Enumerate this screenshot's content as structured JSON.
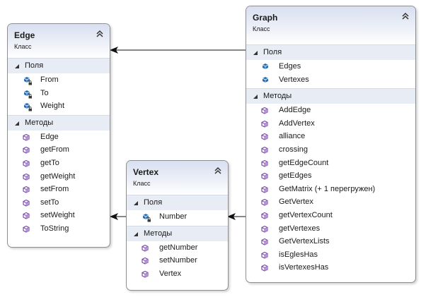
{
  "colors": {
    "field_icon": "#2b6fb3",
    "method_icon": "#7a4ba8",
    "header_gradient": "#d8dff0",
    "section_bg": "#e8ecf5",
    "border": "#8e8e8e"
  },
  "icons": {
    "collapse": "double-chevron-up-icon",
    "section_toggle": "triangle-down-icon",
    "field": "field-icon",
    "private_lock": "lock-icon",
    "method": "method-cube-icon",
    "association_arrow": "arrow-icon"
  },
  "classes": {
    "edge": {
      "name": "Edge",
      "kind": "Класс",
      "fields_title": "Поля",
      "fields": [
        "From",
        "To",
        "Weight"
      ],
      "methods_title": "Методы",
      "methods": [
        "Edge",
        "getFrom",
        "getTo",
        "getWeight",
        "setFrom",
        "setTo",
        "setWeight",
        "ToString"
      ]
    },
    "vertex": {
      "name": "Vertex",
      "kind": "Класс",
      "fields_title": "Поля",
      "fields": [
        "Number"
      ],
      "methods_title": "Методы",
      "methods": [
        "getNumber",
        "setNumber",
        "Vertex"
      ]
    },
    "graph": {
      "name": "Graph",
      "kind": "Класс",
      "fields_title": "Поля",
      "fields": [
        "Edges",
        "Vertexes"
      ],
      "methods_title": "Методы",
      "methods": [
        "AddEdge",
        "AddVertex",
        "alliance",
        "crossing",
        "getEdgeCount",
        "getEdges",
        "GetMatrix (+ 1 перегружен)",
        "GetVertex",
        "getVertexCount",
        "getVertexes",
        "GetVertexLists",
        "isEglesHas",
        "isVertexesHas"
      ]
    }
  }
}
